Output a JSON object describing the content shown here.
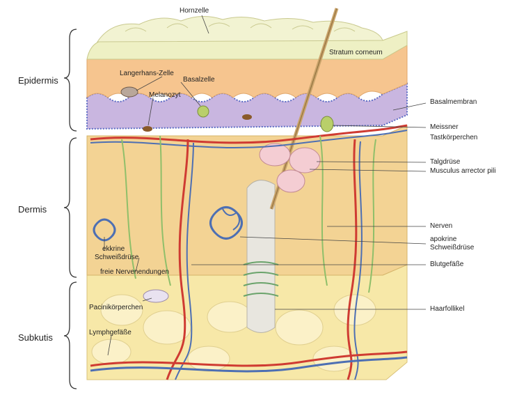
{
  "layers": {
    "epidermis": "Epidermis",
    "dermis": "Dermis",
    "subkutis": "Subkutis"
  },
  "labels": {
    "hornzelle": "Hornzelle",
    "stratum_corneum": "Stratum corneum",
    "langerhans": "Langerhans-Zelle",
    "basalzelle": "Basalzelle",
    "melanozyt": "Melanozyt",
    "basalmembran": "Basalmembran",
    "meissner_1": "Meissner",
    "meissner_2": "Tastkörperchen",
    "talgdruese": "Talgdrüse",
    "arrector": "Musculus arrector pili",
    "nerven": "Nerven",
    "apokrine_1": "apokrine",
    "apokrine_2": "Schweißdrüse",
    "ekkrine_1": "ekkrine",
    "ekkrine_2": "Schweißdrüse",
    "freie": "freie Nervenendungen",
    "blutgefaesse": "Blutgefäße",
    "pacini": "Pacinikörperchen",
    "haarfollikel": "Haarfollikel",
    "lymph": "Lymphgefäße"
  },
  "colors": {
    "epidermis_orange": "#f6c58f",
    "basal_purple": "#c9b6e0",
    "dermis_tan": "#f3d394",
    "subkutis_yellow": "#f7e8a8",
    "artery_red": "#cf3b32",
    "vein_blue": "#4d6fb3",
    "nerve_green": "#8fbf6a"
  }
}
